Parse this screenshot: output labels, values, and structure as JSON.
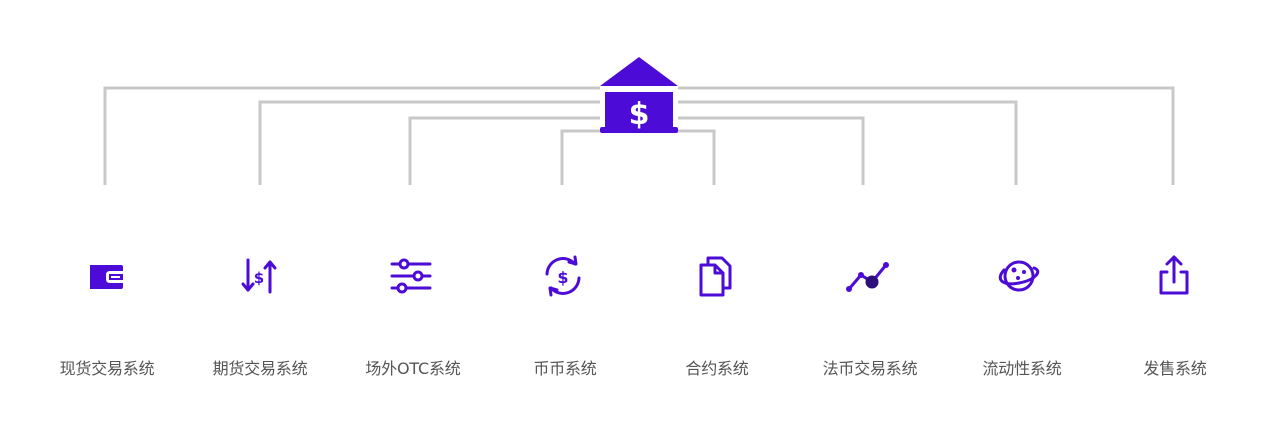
{
  "hub_icon": "bank-dollar-icon",
  "colors": {
    "accent": "#4c0bd6",
    "connector": "#c8c8c8",
    "label": "#555555"
  },
  "items": [
    {
      "label": "现货交易系统",
      "icon": "wallet-icon"
    },
    {
      "label": "期货交易系统",
      "icon": "arrows-dollar-icon"
    },
    {
      "label": "场外OTC系统",
      "icon": "sliders-icon"
    },
    {
      "label": "币币系统",
      "icon": "exchange-dollar-icon"
    },
    {
      "label": "合约系统",
      "icon": "documents-icon"
    },
    {
      "label": "法币交易系统",
      "icon": "trend-line-icon"
    },
    {
      "label": "流动性系统",
      "icon": "planet-icon"
    },
    {
      "label": "发售系统",
      "icon": "share-icon"
    }
  ]
}
